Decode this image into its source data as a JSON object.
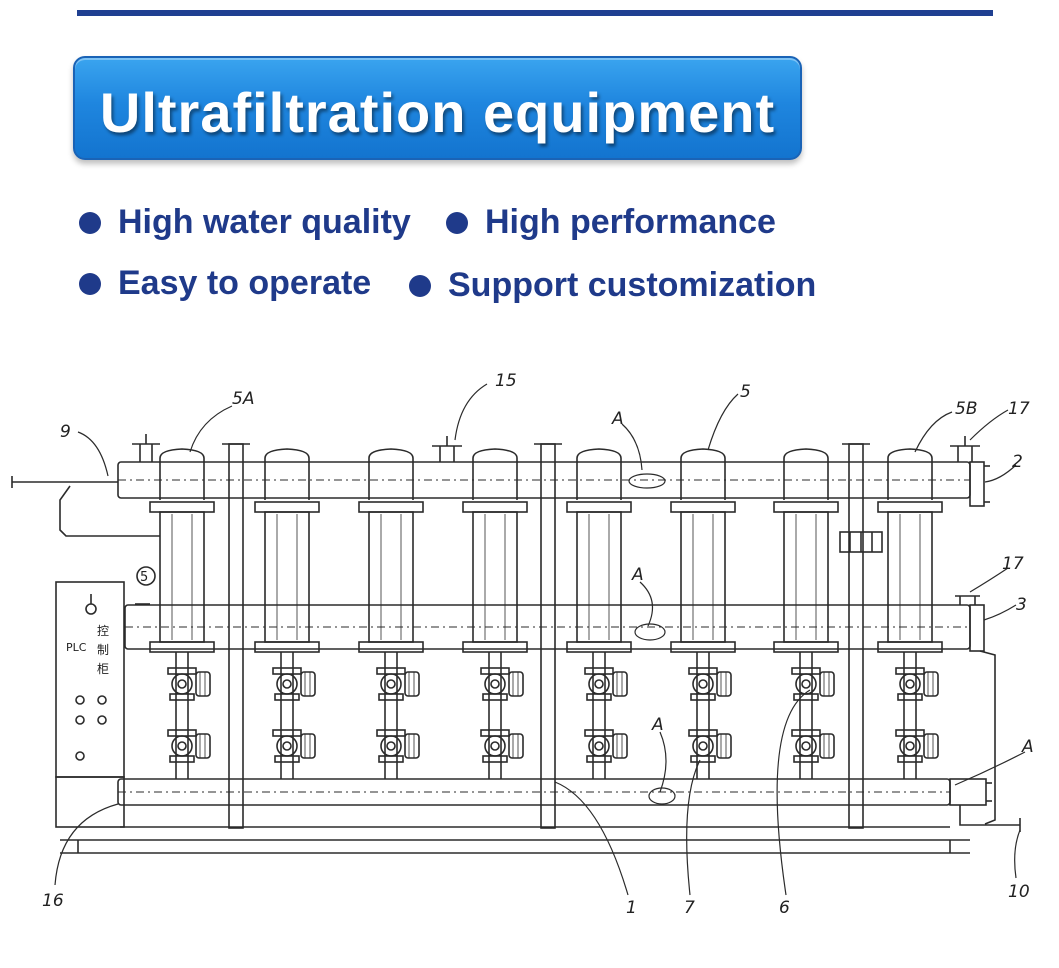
{
  "header": {
    "title": "Ultrafiltration equipment"
  },
  "features": [
    "High water quality",
    "High performance",
    "Easy to operate",
    "Support customization"
  ],
  "diagram": {
    "cabinet": {
      "label": "PLC",
      "cn": [
        "控",
        "制",
        "柜"
      ],
      "circle_label": "5"
    },
    "callouts": {
      "c9": "9",
      "c5A": "5A",
      "c15": "15",
      "cA_top": "A",
      "c5": "5",
      "c5B": "5B",
      "c17a": "17",
      "c2": "2",
      "c17b": "17",
      "c3": "3",
      "cA_mid": "A",
      "cA_low": "A",
      "cA_right": "A",
      "c16": "16",
      "c1": "1",
      "c7": "7",
      "c6": "6",
      "c10": "10"
    }
  }
}
